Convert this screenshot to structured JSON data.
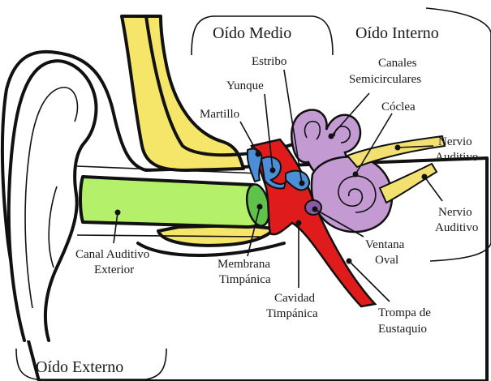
{
  "sections": {
    "outer": "Oído Externo",
    "middle": "Oído Medio",
    "inner": "Oído Interno"
  },
  "labels": {
    "canal": [
      "Canal Auditivo",
      "Exterior"
    ],
    "membrana": [
      "Membrana",
      "Timpánica"
    ],
    "cavidad": [
      "Cavidad",
      "Timpánica"
    ],
    "trompa": [
      "Trompa de",
      "Eustaquio"
    ],
    "ventana": [
      "Ventana",
      "Oval"
    ],
    "nervio1": [
      "Nervio",
      "Auditivo"
    ],
    "nervio2": [
      "Nervio",
      "Auditivo"
    ],
    "coclea": "Cóclea",
    "canales": [
      "Canales",
      "Semicirculares"
    ],
    "estribo": "Estribo",
    "yunque": "Yunque",
    "martillo": "Martillo"
  },
  "colors": {
    "canal_green": "#b5f06a",
    "membrane_green": "#5fc24a",
    "bone_yellow": "#f5e66a",
    "cavity_red": "#e01b1b",
    "ossicles_blue": "#4a8fd8",
    "inner_purple": "#c39ad2",
    "nerve_yellow": "#f2e070"
  }
}
